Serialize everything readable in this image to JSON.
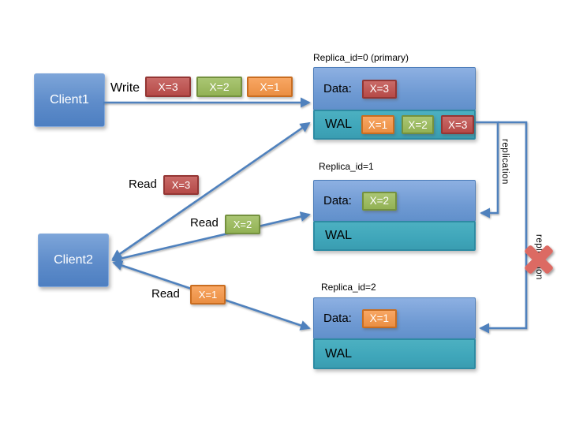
{
  "diagram": {
    "clients": [
      {
        "label": "Client1"
      },
      {
        "label": "Client2"
      }
    ],
    "write": {
      "label": "Write",
      "badges": [
        {
          "text": "X=3",
          "color": "#bf4e4b"
        },
        {
          "text": "X=2",
          "color": "#9abb59"
        },
        {
          "text": "X=1",
          "color": "#f79646"
        }
      ]
    },
    "reads": [
      {
        "label": "Read",
        "badge": {
          "text": "X=3",
          "color": "#bf4e4b"
        }
      },
      {
        "label": "Read",
        "badge": {
          "text": "X=2",
          "color": "#9abb59"
        }
      },
      {
        "label": "Read",
        "badge": {
          "text": "X=1",
          "color": "#f79646"
        }
      }
    ],
    "replicas": [
      {
        "title": "Replica_id=0 (primary)",
        "data_label": "Data:",
        "data_badge": {
          "text": "X=3",
          "color": "#bf4e4b"
        },
        "wal_label": "WAL",
        "wal_badges": [
          {
            "text": "X=1",
            "color": "#f79646"
          },
          {
            "text": "X=2",
            "color": "#9abb59"
          },
          {
            "text": "X=3",
            "color": "#bf4e4b"
          }
        ]
      },
      {
        "title": "Replica_id=1",
        "data_label": "Data:",
        "data_badge": {
          "text": "X=2",
          "color": "#9abb59"
        },
        "wal_label": "WAL",
        "wal_badges": []
      },
      {
        "title": "Replica_id=2",
        "data_label": "Data:",
        "data_badge": {
          "text": "X=1",
          "color": "#f79646"
        },
        "wal_label": "WAL",
        "wal_badges": []
      }
    ],
    "replication_labels": [
      "replication",
      "replication"
    ],
    "colors": {
      "arrow_line": "#4f81bd",
      "client_fill_top": "#7da5d9",
      "client_fill_bottom": "#4d7fc1",
      "replica_fill_top": "#8db0e2",
      "replica_fill_bottom": "#6190cb",
      "wal_fill": "#3fa6ba",
      "badge_red": "#bf4e4b",
      "badge_green": "#9abb59",
      "badge_orange": "#f79646",
      "failure_x": "#dc6a63"
    }
  }
}
